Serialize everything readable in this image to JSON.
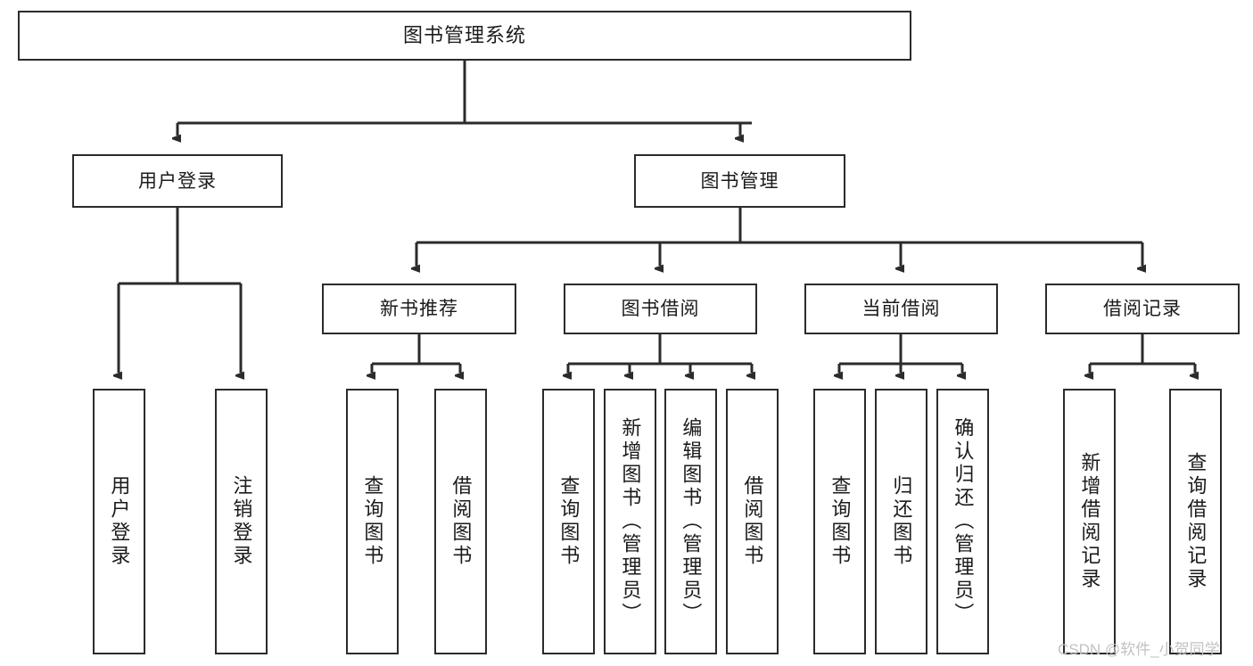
{
  "diagram": {
    "title": "图书管理系统",
    "type": "tree-hierarchy-diagram",
    "colors": {
      "border": "#2b2b2b",
      "background": "#ffffff",
      "text": "#1b1b1b",
      "connector": "#2b2b2b",
      "watermark": "#c2c2c2"
    },
    "root": {
      "label": "图书管理系统"
    },
    "level2": [
      {
        "label": "用户登录"
      },
      {
        "label": "图书管理"
      }
    ],
    "level3": [
      {
        "label": "新书推荐"
      },
      {
        "label": "图书借阅"
      },
      {
        "label": "当前借阅"
      },
      {
        "label": "借阅记录"
      }
    ],
    "leaves": {
      "user_login": [
        {
          "label": "用户登录"
        },
        {
          "label": "注销登录"
        }
      ],
      "new_book_recommend": [
        {
          "label": "查询图书"
        },
        {
          "label": "借阅图书"
        }
      ],
      "book_borrow": [
        {
          "label": "查询图书"
        },
        {
          "label": "新增图书（管理员）"
        },
        {
          "label": "编辑图书（管理员）"
        },
        {
          "label": "借阅图书"
        }
      ],
      "current_borrow": [
        {
          "label": "查询图书"
        },
        {
          "label": "归还图书"
        },
        {
          "label": "确认归还（管理员）"
        }
      ],
      "borrow_record": [
        {
          "label": "新增借阅记录"
        },
        {
          "label": "查询借阅记录"
        }
      ]
    }
  },
  "watermark": {
    "text": "CSDN @软件_小贺同学"
  }
}
